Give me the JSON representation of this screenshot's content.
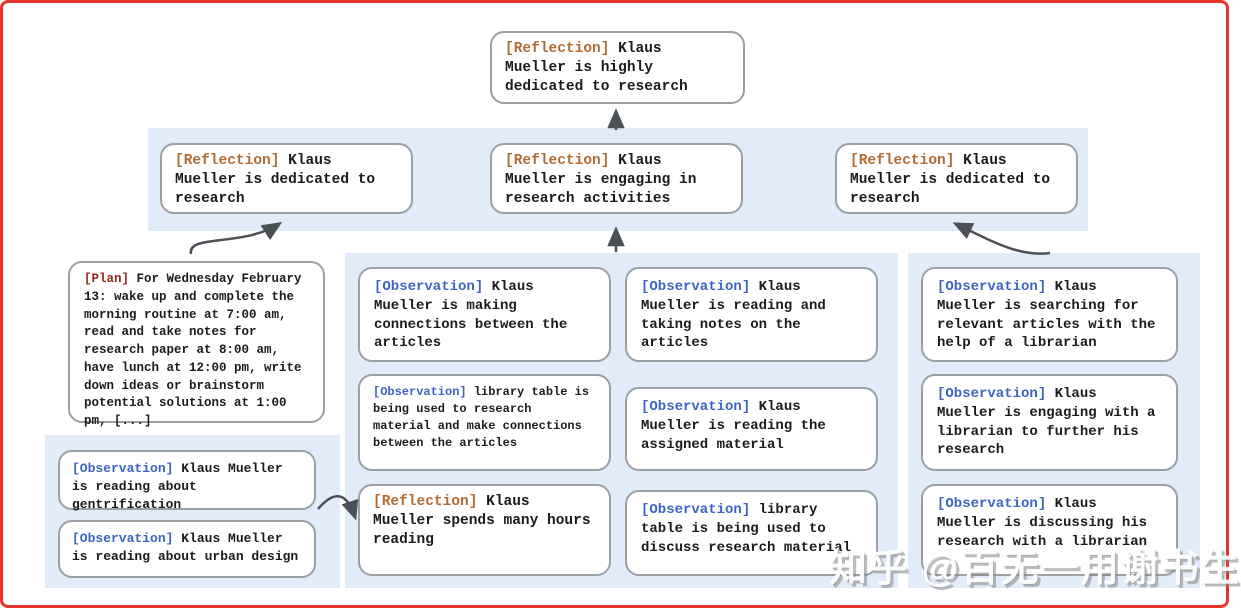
{
  "diagram": {
    "description": "Memory / reflection tree for agent Klaus Mueller",
    "nodes": {
      "root": {
        "tag": "[Reflection]",
        "text": "Klaus Mueller is highly dedicated to research"
      },
      "row": [
        {
          "tag": "[Reflection]",
          "text": "Klaus Mueller is dedicated to research"
        },
        {
          "tag": "[Reflection]",
          "text": "Klaus Mueller is engaging in research activities"
        },
        {
          "tag": "[Reflection]",
          "text": "Klaus Mueller is dedicated to research"
        }
      ],
      "plan": {
        "tag": "[Plan]",
        "text": "For Wednesday February 13: wake up and complete the morning routine at 7:00 am, read and take notes for research paper at 8:00 am, have lunch at 12:00 pm, write down ideas or brainstorm potential solutions at 1:00 pm, [...]"
      },
      "left": [
        {
          "tag": "[Observation]",
          "text": "Klaus Mueller is reading about gentrification"
        },
        {
          "tag": "[Observation]",
          "text": "Klaus Mueller is reading about urban design"
        }
      ],
      "mid_a": [
        {
          "tag": "[Observation]",
          "text": "Klaus Mueller is making connections between the articles"
        },
        {
          "tag": "[Observation]",
          "text": "library table is being used to research material and make connections between the articles"
        },
        {
          "tag": "[Reflection]",
          "text": "Klaus Mueller spends many hours reading"
        }
      ],
      "mid_b": [
        {
          "tag": "[Observation]",
          "text": "Klaus Mueller is reading and taking notes on the articles"
        },
        {
          "tag": "[Observation]",
          "text": "Klaus Mueller is reading the assigned material"
        },
        {
          "tag": "[Observation]",
          "text": "library table is being used to discuss research material"
        }
      ],
      "right": [
        {
          "tag": "[Observation]",
          "text": "Klaus Mueller is searching for relevant articles with the help of a librarian"
        },
        {
          "tag": "[Observation]",
          "text": "Klaus Mueller is engaging with a librarian to further his research"
        },
        {
          "tag": "[Observation]",
          "text": "Klaus Mueller is discussing his research with a librarian"
        }
      ]
    },
    "edges": [
      {
        "from": "reflections-row",
        "to": "root-reflection"
      },
      {
        "from": "plan-node",
        "to": "reflection-left"
      },
      {
        "from": "middle-observations",
        "to": "reflection-center"
      },
      {
        "from": "librarian-observations",
        "to": "reflection-right"
      },
      {
        "from": "reading-observations",
        "to": "reflection-spends-many-hours"
      }
    ],
    "colors": {
      "reflection_tag": "#b16b33",
      "observation_tag": "#3d64c2",
      "plan_tag": "#8e2b20",
      "band_background": "#e1ebf9",
      "node_border": "#9aa0a4",
      "arrow": "#4a5056",
      "outer_border": "#e8332c"
    }
  },
  "watermark": {
    "text": "知乎 @百无一用谢书生"
  }
}
